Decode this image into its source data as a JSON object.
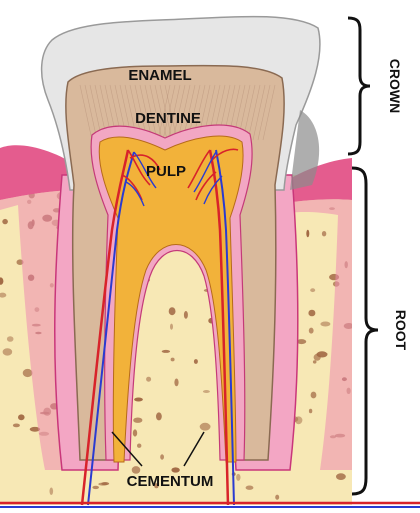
{
  "labels": {
    "enamel": "ENAMEL",
    "dentine": "DENTINE",
    "pulp": "PULP",
    "cementum": "CEMENTUM",
    "crown": "CROWN",
    "root": "ROOT"
  },
  "colors": {
    "enamel": "#e6e6e6",
    "dentine": "#d9b99c",
    "pulp": "#f2b23a",
    "gum": "#e45c8e",
    "cementum": "#f3a6c4",
    "bone": "#f7e8b5",
    "bone_spots": "#a26a45",
    "artery": "#d8232a",
    "vein": "#2a3bd1"
  }
}
